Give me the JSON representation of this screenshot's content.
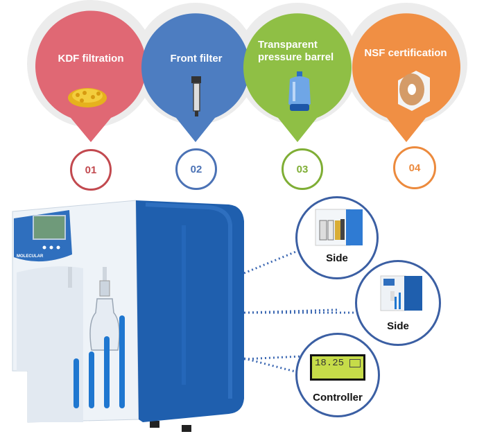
{
  "features": [
    {
      "label": "KDF filtration",
      "number": "01",
      "color": "#e06874",
      "ring": "#c2494f"
    },
    {
      "label": "Front filter",
      "number": "02",
      "color": "#4d7dc1",
      "ring": "#4b72b5"
    },
    {
      "label": "Transparent pressure barrel",
      "number": "03",
      "color": "#8fbf45",
      "ring": "#7fae35"
    },
    {
      "label": "NSF certification",
      "number": "04",
      "color": "#f08f44",
      "ring": "#ec8a3d"
    }
  ],
  "views": [
    {
      "label": "Side"
    },
    {
      "label": "Side"
    },
    {
      "label": "Controller"
    }
  ],
  "device": {
    "logo_text": "MOLECULAR",
    "lcd_reading": "18.25"
  },
  "colors": {
    "device_blue": "#1f5fae",
    "connector": "#3c68b2"
  }
}
